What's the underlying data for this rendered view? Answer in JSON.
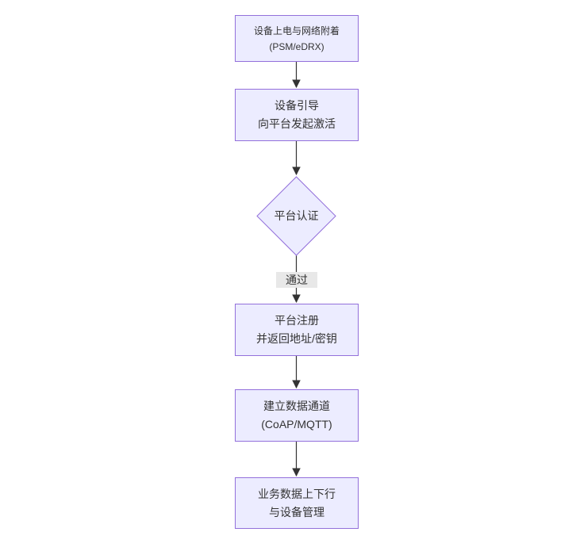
{
  "diagram": {
    "type": "flowchart-vertical",
    "nodes": [
      {
        "id": "power",
        "shape": "rect",
        "line1": "设备上电与网络附着",
        "line2": "(PSM/eDRX)"
      },
      {
        "id": "boot",
        "shape": "rect",
        "line1": "设备引导",
        "line2": "向平台发起激活"
      },
      {
        "id": "auth",
        "shape": "diamond",
        "line1": "平台认证"
      },
      {
        "id": "register",
        "shape": "rect",
        "line1": "平台注册",
        "line2": "并返回地址/密钥"
      },
      {
        "id": "channel",
        "shape": "rect",
        "line1": "建立数据通道",
        "line2": "(CoAP/MQTT)"
      },
      {
        "id": "business",
        "shape": "rect",
        "line1": "业务数据上下行",
        "line2": "与设备管理"
      }
    ],
    "edges": [
      {
        "from": "power",
        "to": "boot",
        "label": ""
      },
      {
        "from": "boot",
        "to": "auth",
        "label": ""
      },
      {
        "from": "auth",
        "to": "register",
        "label": "通过"
      },
      {
        "from": "register",
        "to": "channel",
        "label": ""
      },
      {
        "from": "channel",
        "to": "business",
        "label": ""
      }
    ],
    "colors": {
      "node_fill": "#ECECFF",
      "node_border": "#9370DB",
      "edge_line": "#333333",
      "text": "#333333",
      "edge_label_bg": "#e8e8e8",
      "background": "#ffffff"
    }
  }
}
